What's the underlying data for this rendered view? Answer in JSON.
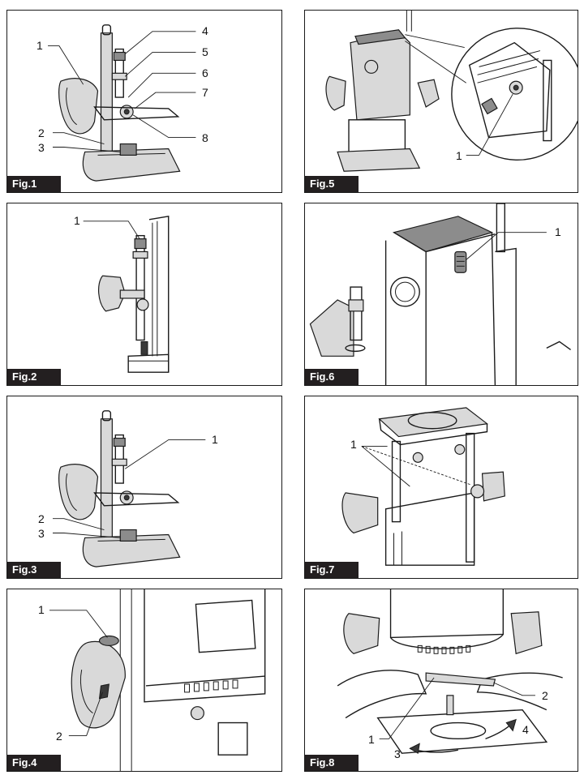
{
  "figures": [
    {
      "id": "fig1",
      "label": "Fig.1",
      "callouts": [
        "1",
        "2",
        "3",
        "4",
        "5",
        "6",
        "7",
        "8"
      ]
    },
    {
      "id": "fig5",
      "label": "Fig.5",
      "callouts": [
        "1"
      ]
    },
    {
      "id": "fig2",
      "label": "Fig.2",
      "callouts": [
        "1"
      ]
    },
    {
      "id": "fig6",
      "label": "Fig.6",
      "callouts": [
        "1"
      ]
    },
    {
      "id": "fig3",
      "label": "Fig.3",
      "callouts": [
        "1",
        "2",
        "3"
      ]
    },
    {
      "id": "fig7",
      "label": "Fig.7",
      "callouts": [
        "1"
      ]
    },
    {
      "id": "fig4",
      "label": "Fig.4",
      "callouts": [
        "1",
        "2"
      ]
    },
    {
      "id": "fig8",
      "label": "Fig.8",
      "callouts": [
        "1",
        "2",
        "3",
        "4"
      ]
    }
  ]
}
